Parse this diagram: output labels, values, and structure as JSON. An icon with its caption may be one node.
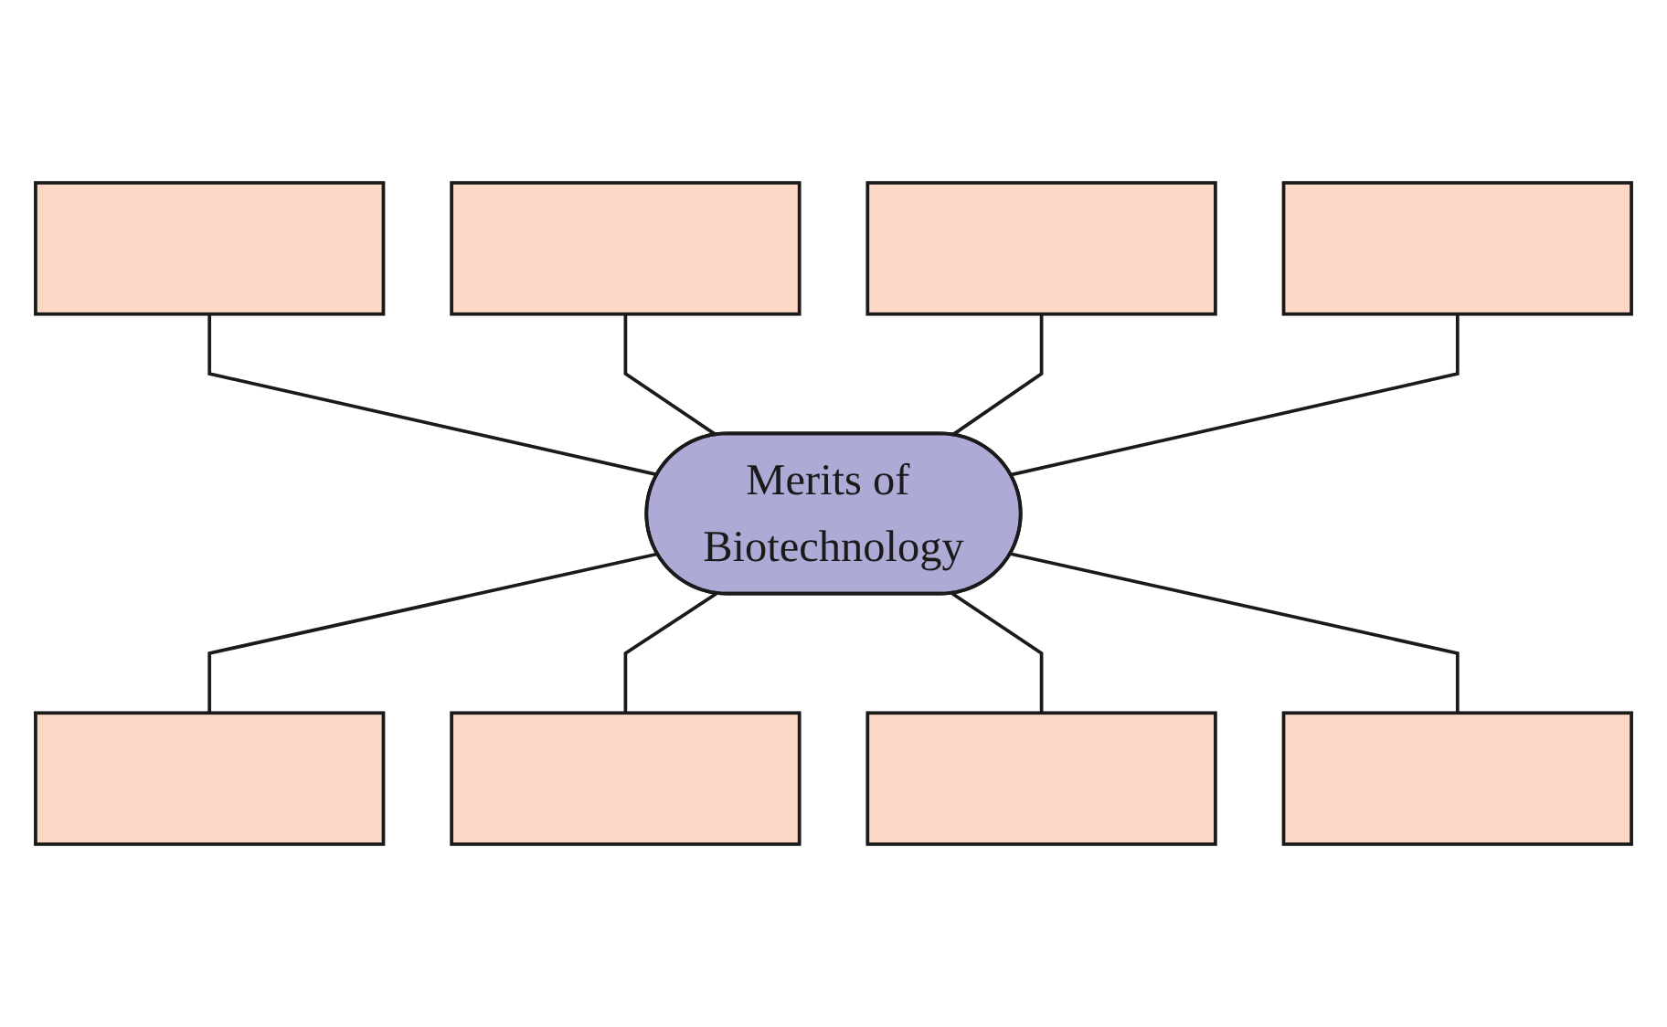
{
  "diagram": {
    "nodes": [
      {
        "text": [
          "Merits of Biotechnology"
        ]
      },
      {
        "text": [],
        "shape": "box"
      },
      {
        "text": [],
        "shape": "box"
      },
      {
        "text": [],
        "shape": "box"
      },
      {
        "text": [],
        "shape": "box"
      },
      {
        "text": [],
        "shape": "box"
      },
      {
        "text": [],
        "shape": "box"
      },
      {
        "text": [],
        "shape": "box"
      },
      {
        "text": [],
        "shape": "box"
      }
    ],
    "edges": [
      {
        "from": 1,
        "to": 0,
        "arrow": "none"
      },
      {
        "from": 2,
        "to": 0,
        "arrow": "none"
      },
      {
        "from": 3,
        "to": 0,
        "arrow": "none"
      },
      {
        "from": 4,
        "to": 0,
        "arrow": "none"
      },
      {
        "from": 0,
        "to": 5,
        "arrow": "none"
      },
      {
        "from": 0,
        "to": 6,
        "arrow": "none"
      },
      {
        "from": 0,
        "to": 7,
        "arrow": "none"
      },
      {
        "from": 0,
        "to": 8,
        "arrow": "none"
      }
    ]
  }
}
